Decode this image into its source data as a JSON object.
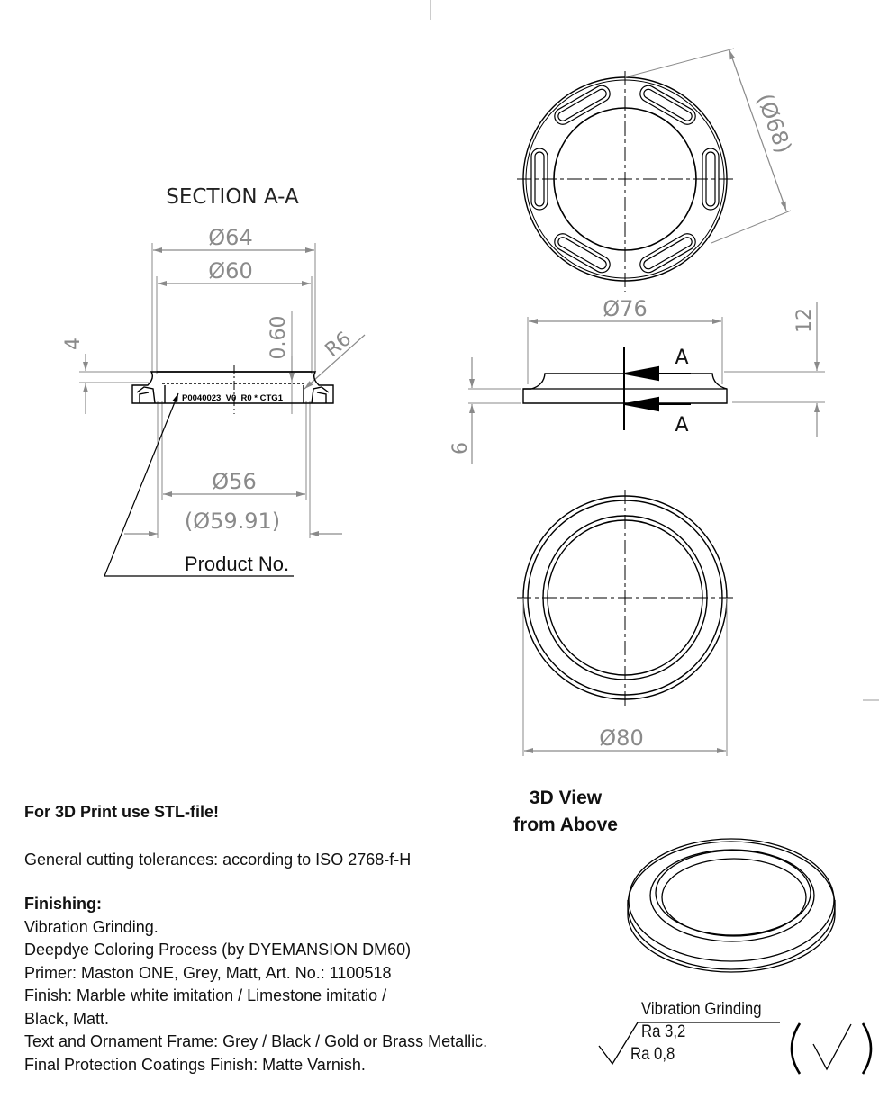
{
  "drawing": {
    "section_view": {
      "title": "SECTION A-A",
      "dims": {
        "d64": "Ø64",
        "d60": "Ø60",
        "d56": "Ø56",
        "d5991": "(Ø59.91)",
        "h4": "4",
        "depth060": "0.60",
        "r6": "R6"
      },
      "engraving": "P0040023_V0_R0 * CTG1",
      "product_label": "Product No."
    },
    "top_view": {
      "dims": {
        "d68": "(Ø68)"
      },
      "slot_count": 6
    },
    "side_view": {
      "dims": {
        "d76": "Ø76",
        "h12": "12",
        "h6": "6"
      },
      "section_marker_top": "A",
      "section_marker_bottom": "A"
    },
    "bottom_view": {
      "dims": {
        "d80": "Ø80"
      }
    },
    "view_3d": {
      "title_line1": "3D View",
      "title_line2": "from Above"
    }
  },
  "notes": {
    "stl_note": "For 3D Print use STL-file!",
    "tolerances": "General cutting tolerances: according to ISO 2768-f-H",
    "finishing_heading": "Finishing:",
    "finishing_items": [
      "Vibration Grinding.",
      "Deepdye Coloring Process (by DYEMANSION DM60)",
      "Primer: Maston ONE, Grey, Matt, Art. No.: 1100518",
      "Finish: Marble white imitation / Limestone imitatio /",
      "Black, Matt.",
      "Text and Ornament Frame: Grey / Black / Gold or Brass Metallic.",
      "Final Protection Coatings Finish: Matte Varnish."
    ]
  },
  "surface_finish": {
    "process": "Vibration Grinding",
    "ra_max": "Ra 3,2",
    "ra_min": "Ra 0,8"
  },
  "colors": {
    "line": "#000000",
    "dimension": "#8a8a8a",
    "text": "#111111"
  }
}
